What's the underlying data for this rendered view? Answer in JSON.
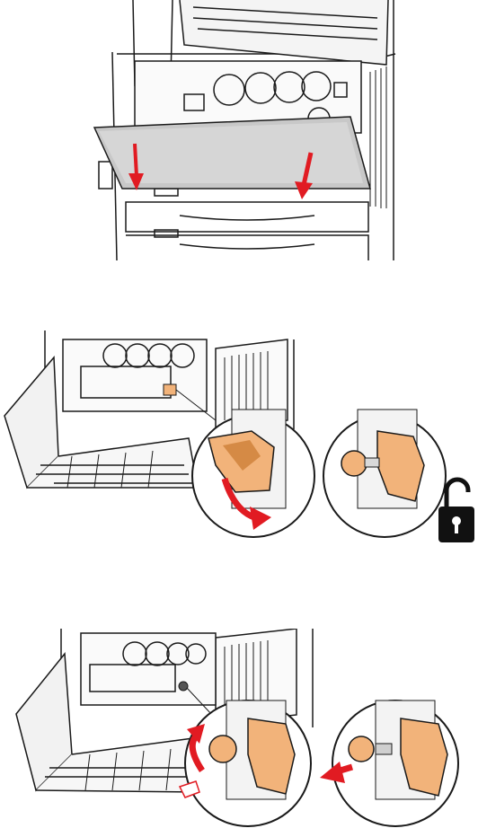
{
  "page": {
    "steps": [
      {
        "id": "step-1",
        "action": "open-front-cover",
        "icon": "down-arrow-icon"
      },
      {
        "id": "step-2",
        "action": "rotate-lock-lever",
        "icon": "unlock-icon"
      },
      {
        "id": "step-3",
        "action": "remove-cartridge",
        "icon": "left-arrow-icon"
      }
    ],
    "colors": {
      "arrow": "#e11b22",
      "toner": "#f2b37a",
      "toner_dark": "#d58a45",
      "line": "#1a1a1a",
      "cover": "#c8c8c8"
    }
  }
}
